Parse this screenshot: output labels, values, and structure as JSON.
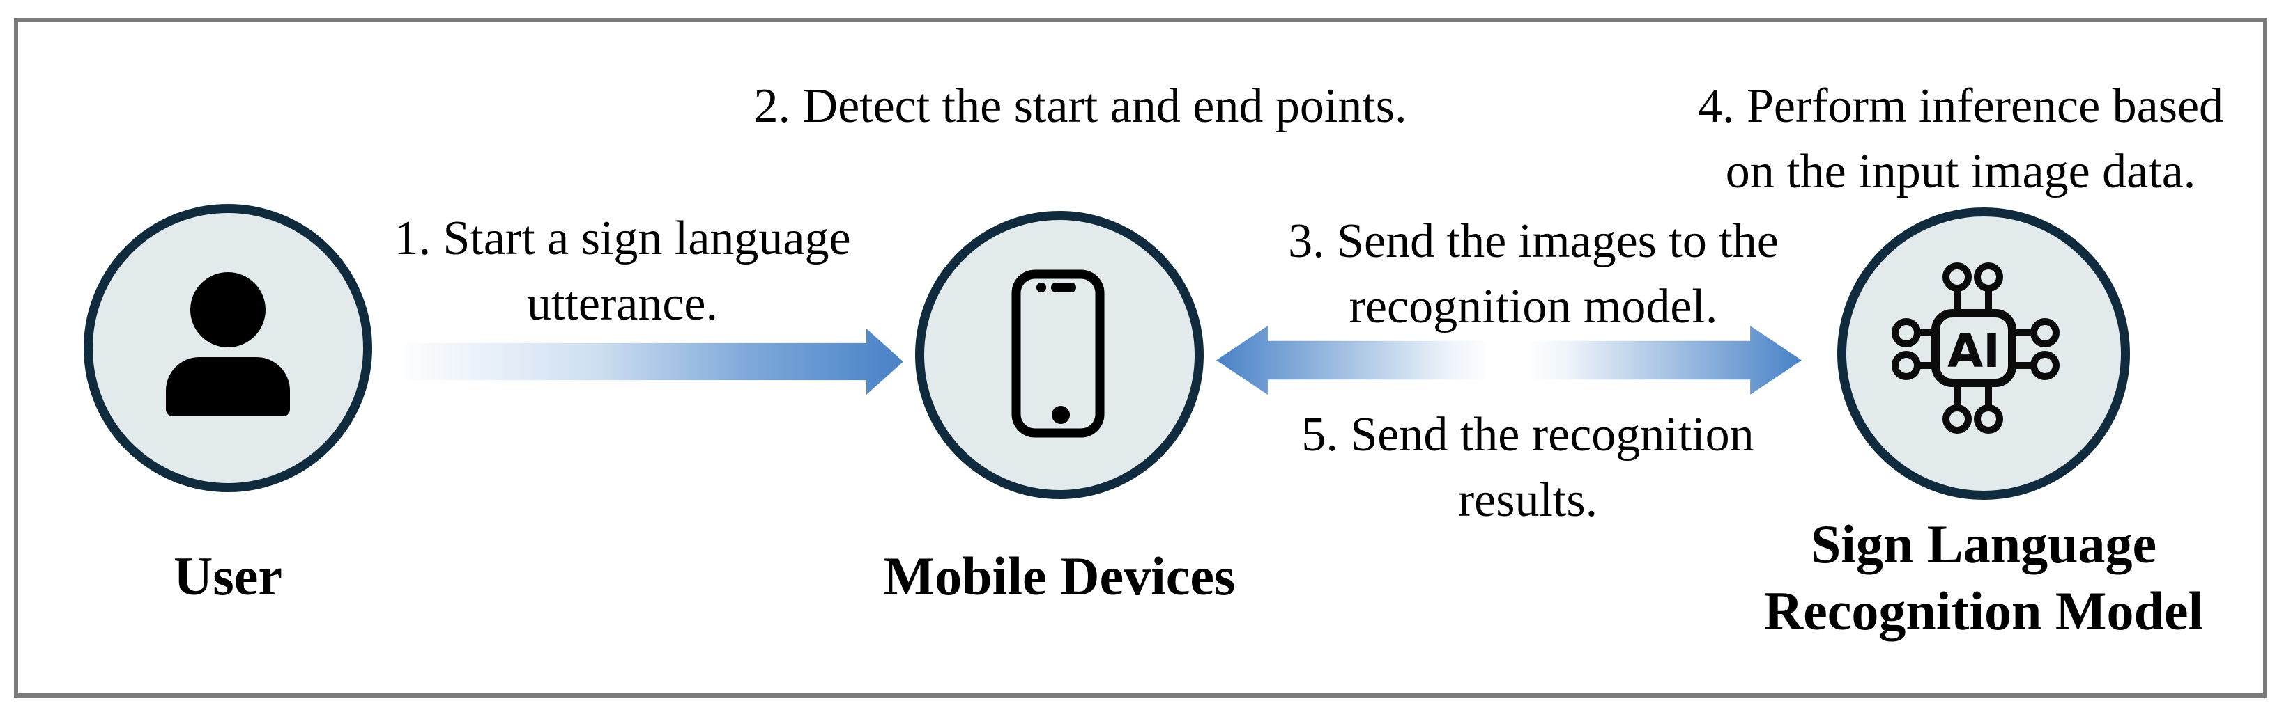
{
  "figure": {
    "type": "flow-diagram",
    "frame_border_color": "#7b7b7b",
    "background": "#ffffff"
  },
  "colors": {
    "circle_fill": "#e2eaec",
    "circle_border": "#0f2b3d",
    "arrow_blue": "#4d85c8",
    "text": "#000000",
    "icon": "#000000"
  },
  "entities": {
    "user": {
      "label": "User",
      "icon": "person-icon"
    },
    "mobile": {
      "label": "Mobile Devices",
      "icon": "smartphone-icon"
    },
    "model": {
      "label_line1": "Sign Language",
      "label_line2": "Recognition Model",
      "icon": "ai-chip-icon",
      "chip_text": "AI"
    }
  },
  "steps": {
    "step1": {
      "line1": "1. Start a sign language",
      "line2": "utterance."
    },
    "step2": {
      "line1": "2. Detect the start and end points."
    },
    "step3": {
      "line1": "3. Send the images to the",
      "line2": "recognition model."
    },
    "step4": {
      "line1": "4. Perform inference based",
      "line2": "on the input image data."
    },
    "step5": {
      "line1": "5. Send the recognition",
      "line2": "results."
    }
  }
}
